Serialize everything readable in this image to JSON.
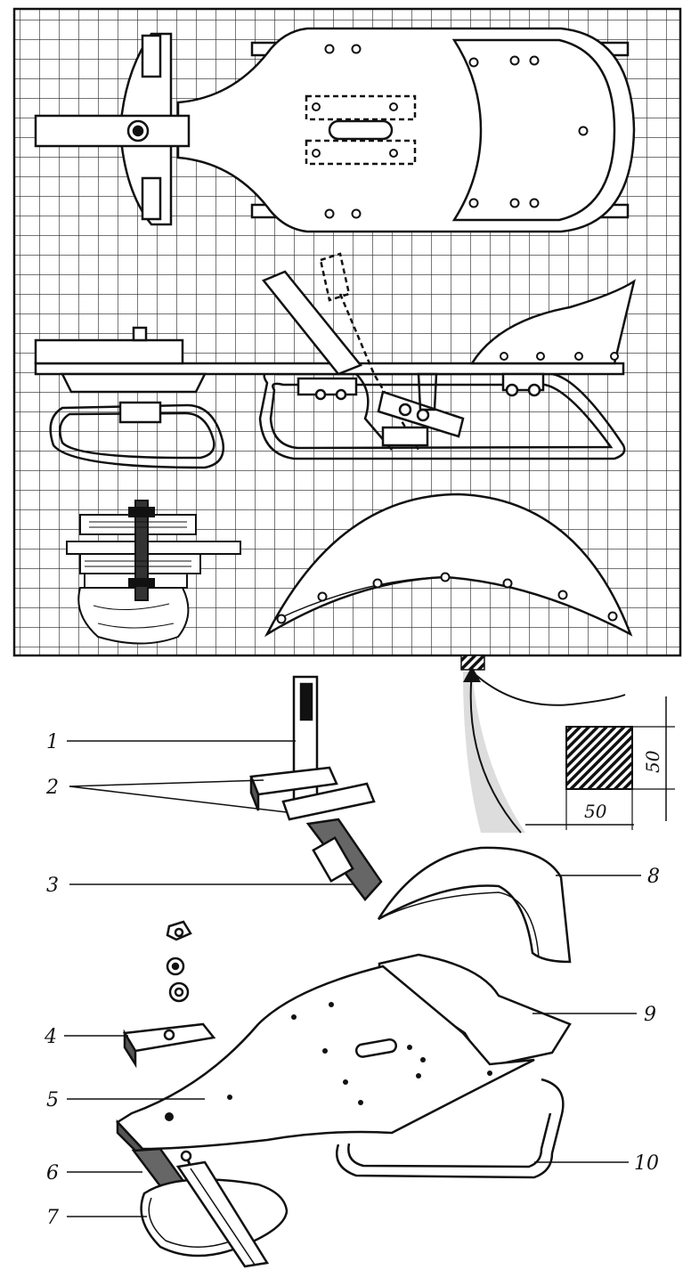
{
  "callouts": [
    "1",
    "2",
    "3",
    "4",
    "5",
    "6",
    "7",
    "8",
    "9",
    "10"
  ],
  "grid_cell": {
    "width_label": "50",
    "height_label": "50"
  }
}
